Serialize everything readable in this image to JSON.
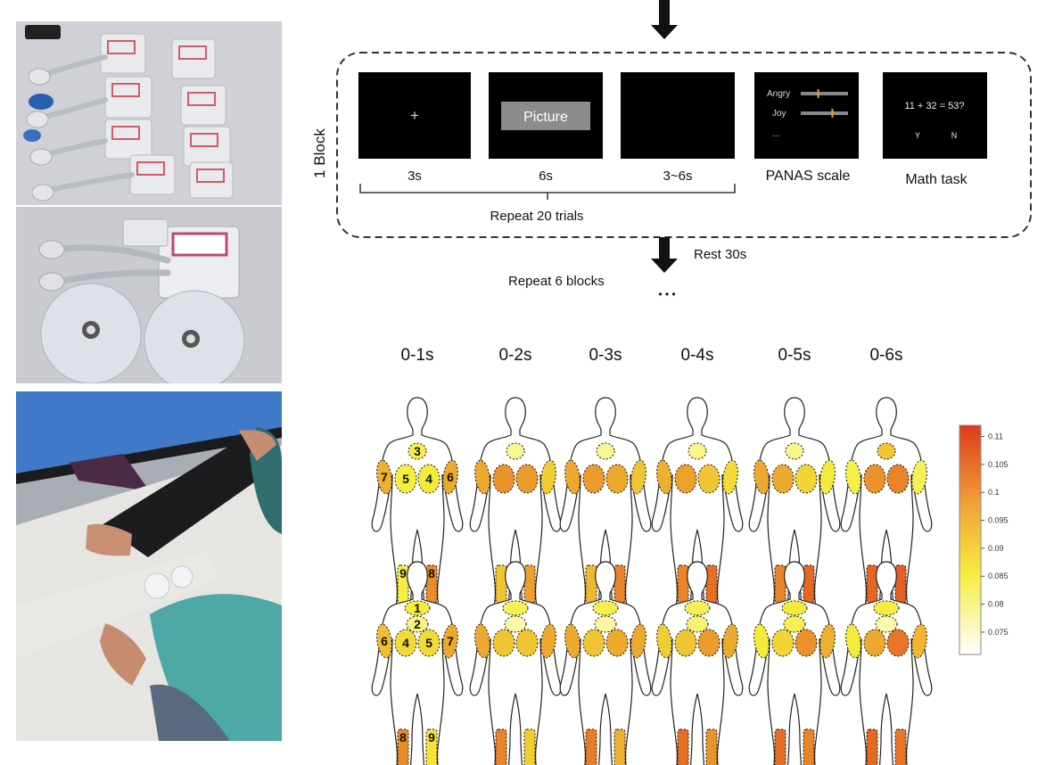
{
  "protocol": {
    "block_label": "1 Block",
    "screens": [
      {
        "content": "+",
        "duration": "3s"
      },
      {
        "content": "Picture",
        "duration": "6s"
      },
      {
        "content": "",
        "duration": "3~6s"
      },
      {
        "content": "",
        "duration": "PANAS scale"
      },
      {
        "content": "",
        "duration": "Math task"
      }
    ],
    "panas": {
      "items": [
        "Angry",
        "Joy",
        "..."
      ],
      "slider_levels": [
        0.35,
        0.65
      ]
    },
    "math": {
      "equation": "11 + 32 = 53?",
      "yes": "Y",
      "no": "N"
    },
    "repeat_trials": "Repeat 20 trials",
    "rest": "Rest 30s",
    "repeat_blocks": "Repeat 6 blocks",
    "ellipsis": "• • •"
  },
  "heatmap": {
    "time_windows": [
      "0-1s",
      "0-2s",
      "0-3s",
      "0-4s",
      "0-5s",
      "0-6s"
    ],
    "front_labels": [
      "3",
      "7",
      "5",
      "4",
      "6",
      "9",
      "8"
    ],
    "back_labels": [
      "1",
      "2",
      "6",
      "4",
      "5",
      "7",
      "8",
      "9"
    ],
    "colorbar_ticks": [
      "0.11",
      "0.105",
      "0.1",
      "0.095",
      "0.09",
      "0.085",
      "0.08",
      "0.075"
    ],
    "colorbar": {
      "min": 0.071,
      "max": 0.112,
      "low_color": "#ffffff",
      "mid_color": "#f5ee3a",
      "high_color": "#e03c1c"
    }
  },
  "chart_data": {
    "type": "heatmap",
    "x": [
      "0-1s",
      "0-2s",
      "0-3s",
      "0-4s",
      "0-5s",
      "0-6s"
    ],
    "series": [
      {
        "name": "Front",
        "regions": [
          "3",
          "7",
          "5",
          "4",
          "6",
          "9",
          "8"
        ],
        "values": [
          [
            0.086,
            0.096,
            0.087,
            0.088,
            0.097,
            0.087,
            0.101
          ],
          [
            0.08,
            0.097,
            0.1,
            0.099,
            0.092,
            0.093,
            0.098
          ],
          [
            0.08,
            0.097,
            0.099,
            0.097,
            0.093,
            0.095,
            0.102
          ],
          [
            0.081,
            0.096,
            0.098,
            0.093,
            0.09,
            0.102,
            0.105
          ],
          [
            0.081,
            0.097,
            0.097,
            0.091,
            0.088,
            0.102,
            0.106
          ],
          [
            0.093,
            0.086,
            0.1,
            0.102,
            0.085,
            0.106,
            0.107
          ]
        ]
      },
      {
        "name": "Back",
        "regions": [
          "1",
          "2",
          "6",
          "4",
          "5",
          "7",
          "8",
          "9"
        ],
        "values": [
          [
            0.087,
            0.082,
            0.094,
            0.09,
            0.09,
            0.097,
            0.101,
            0.089
          ],
          [
            0.085,
            0.078,
            0.097,
            0.093,
            0.093,
            0.097,
            0.102,
            0.092
          ],
          [
            0.086,
            0.079,
            0.097,
            0.093,
            0.097,
            0.097,
            0.103,
            0.096
          ],
          [
            0.085,
            0.083,
            0.092,
            0.093,
            0.099,
            0.097,
            0.105,
            0.1
          ],
          [
            0.088,
            0.085,
            0.088,
            0.091,
            0.1,
            0.096,
            0.105,
            0.102
          ],
          [
            0.087,
            0.078,
            0.088,
            0.097,
            0.104,
            0.095,
            0.106,
            0.104
          ]
        ]
      }
    ],
    "colorbar_range": [
      0.071,
      0.112
    ]
  }
}
